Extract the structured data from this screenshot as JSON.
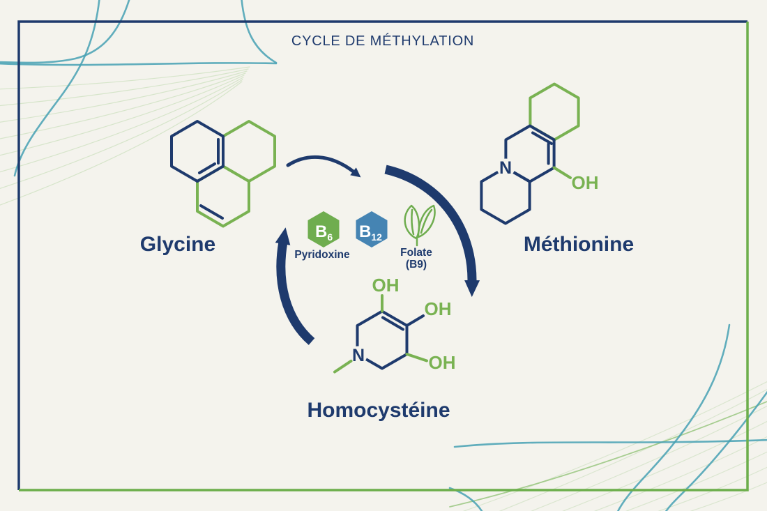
{
  "title": "CYCLE DE MÉTHYLATION",
  "molecules": {
    "glycine": {
      "label": "Glycine"
    },
    "methionine": {
      "label": "Méthionine",
      "nitrogen": "N",
      "hydroxyl": "OH"
    },
    "homocysteine": {
      "label": "Homocystéine",
      "nitrogen": "N",
      "hydroxyl_top": "OH",
      "hydroxyl_upper_right": "OH",
      "hydroxyl_right": "OH"
    }
  },
  "cofactors": {
    "b6": {
      "symbol": "B",
      "subscript": "6",
      "name": "Pyridoxine"
    },
    "b12": {
      "symbol": "B",
      "subscript": "12"
    },
    "folate": {
      "name": "Folate",
      "designation": "(B9)"
    }
  },
  "colors": {
    "navy": "#1e3a6d",
    "molecule_green": "#79b252",
    "badge_green": "#6fad4f",
    "badge_blue": "#4584b3",
    "teal_decoration": "#45a0b3",
    "light_green_decoration": "#a9cf97",
    "frame_green": "#6cae4b",
    "background": "#f4f3ed"
  }
}
